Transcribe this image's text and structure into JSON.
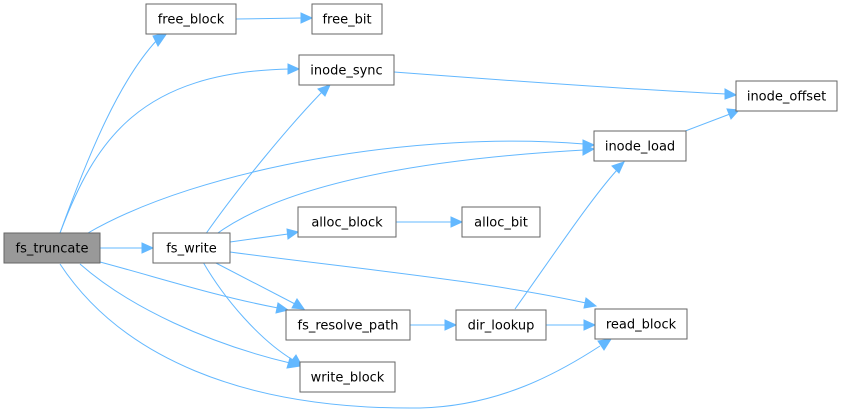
{
  "graph": {
    "nodes": {
      "fs_truncate": "fs_truncate",
      "free_block": "free_block",
      "free_bit": "free_bit",
      "inode_sync": "inode_sync",
      "inode_offset": "inode_offset",
      "inode_load": "inode_load",
      "fs_write": "fs_write",
      "alloc_block": "alloc_block",
      "alloc_bit": "alloc_bit",
      "fs_resolve_path": "fs_resolve_path",
      "dir_lookup": "dir_lookup",
      "read_block": "read_block",
      "write_block": "write_block"
    },
    "edges": [
      [
        "fs_truncate",
        "free_block"
      ],
      [
        "fs_truncate",
        "inode_sync"
      ],
      [
        "fs_truncate",
        "inode_load"
      ],
      [
        "fs_truncate",
        "fs_write"
      ],
      [
        "fs_truncate",
        "fs_resolve_path"
      ],
      [
        "fs_truncate",
        "write_block"
      ],
      [
        "fs_truncate",
        "read_block"
      ],
      [
        "free_block",
        "free_bit"
      ],
      [
        "inode_sync",
        "inode_offset"
      ],
      [
        "inode_load",
        "inode_offset"
      ],
      [
        "fs_write",
        "inode_sync"
      ],
      [
        "fs_write",
        "inode_load"
      ],
      [
        "fs_write",
        "alloc_block"
      ],
      [
        "fs_write",
        "fs_resolve_path"
      ],
      [
        "fs_write",
        "write_block"
      ],
      [
        "fs_write",
        "read_block"
      ],
      [
        "alloc_block",
        "alloc_bit"
      ],
      [
        "fs_resolve_path",
        "dir_lookup"
      ],
      [
        "dir_lookup",
        "inode_load"
      ],
      [
        "dir_lookup",
        "read_block"
      ]
    ],
    "colors": {
      "edge": "#63b8ff",
      "node_border": "#666666",
      "root_fill": "#999999",
      "node_fill": "#ffffff"
    }
  }
}
